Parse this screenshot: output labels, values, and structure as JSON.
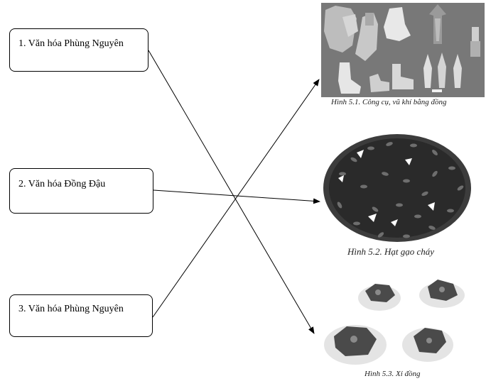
{
  "boxes": [
    {
      "label": "1. Văn hóa Phùng Nguyên"
    },
    {
      "label": "2. Văn hóa Đồng Đậu"
    },
    {
      "label": "3. Văn hóa Phùng Nguyên"
    }
  ],
  "figures": [
    {
      "caption": "Hình 5.1. Công cụ, vũ khí bằng đồng"
    },
    {
      "caption": "Hình 5.2. Hạt gạo cháy"
    },
    {
      "caption": "Hình 5.3. Xỉ đồng"
    }
  ]
}
